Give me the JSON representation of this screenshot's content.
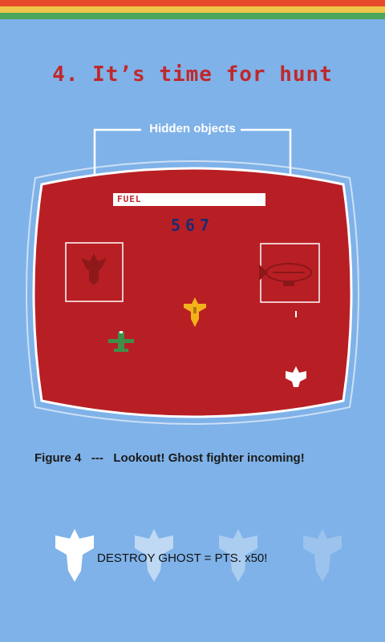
{
  "colors": {
    "background": "#7fb2e8",
    "stripes": [
      "#e64a2a",
      "#f0c64a",
      "#4aa65a"
    ],
    "screen": "#b81f24",
    "screen_border": "#ffffff",
    "title": "#c0282c",
    "score": "#1e2a70",
    "enemy_green": "#3f8f49",
    "player_yellow": "#f3b21c"
  },
  "title": "4. It’s time for hunt",
  "callout_label": "Hidden objects",
  "hud": {
    "fuel_label": "FUEL",
    "score": "567"
  },
  "caption": {
    "figure": "Figure 4",
    "separator": "---",
    "text": "Lookout! Ghost fighter incoming!"
  },
  "promo_text": "DESTROY GHOST = PTS. x50!",
  "icons": {
    "hidden_left": "hidden-fighter-silhouette-icon",
    "hidden_right": "hidden-blimp-silhouette-icon",
    "player": "yellow-fighter-jet-icon",
    "enemy": "green-biplane-icon",
    "ghost": "white-ghost-fighter-icon"
  },
  "ghost_sequence_opacity": [
    1.0,
    0.55,
    0.4,
    0.25
  ]
}
